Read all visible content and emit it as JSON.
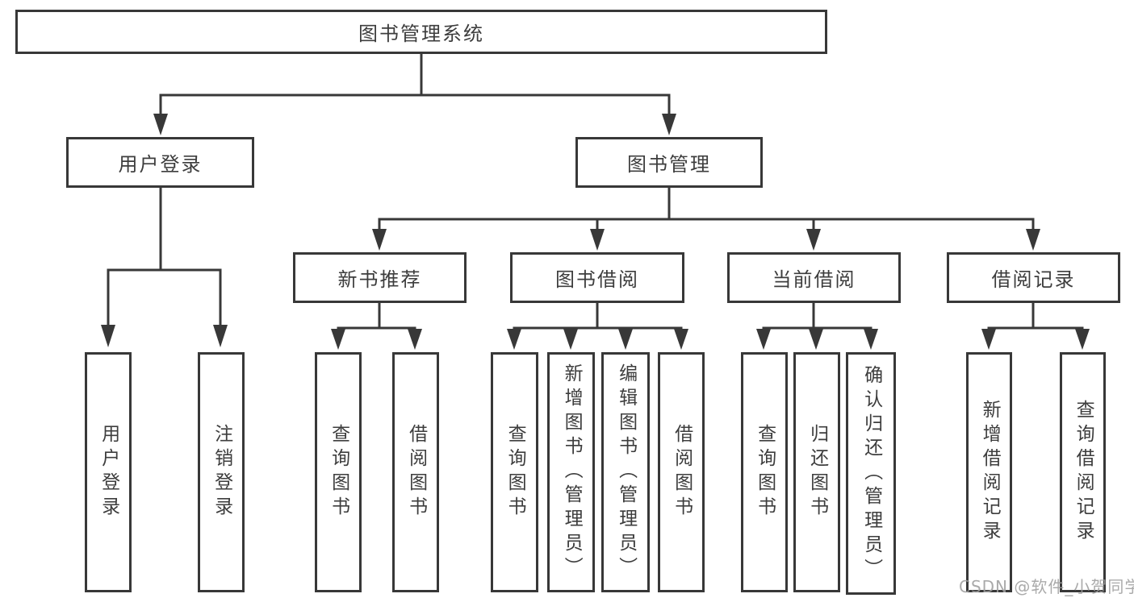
{
  "diagram": {
    "root": {
      "label": "图书管理系统",
      "children": [
        {
          "label": "用户登录",
          "children": [
            {
              "label": "用户登录"
            },
            {
              "label": "注销登录"
            }
          ]
        },
        {
          "label": "图书管理",
          "children": [
            {
              "label": "新书推荐",
              "children": [
                {
                  "label": "查询图书"
                },
                {
                  "label": "借阅图书"
                }
              ]
            },
            {
              "label": "图书借阅",
              "children": [
                {
                  "label": "查询图书"
                },
                {
                  "label": "新增图书（管理员）"
                },
                {
                  "label": "编辑图书（管理员）"
                },
                {
                  "label": "借阅图书"
                }
              ]
            },
            {
              "label": "当前借阅",
              "children": [
                {
                  "label": "查询图书"
                },
                {
                  "label": "归还图书"
                },
                {
                  "label": "确认归还（管理员）"
                }
              ]
            },
            {
              "label": "借阅记录",
              "children": [
                {
                  "label": "新增借阅记录"
                },
                {
                  "label": "查询借阅记录"
                }
              ]
            }
          ]
        }
      ]
    },
    "colors": {
      "line": "#383838",
      "text": "#3d3d3d",
      "background": "#ffffff",
      "watermark": "#9e9e9e"
    }
  },
  "watermark": {
    "text": "CSDN @软件_小贺同学"
  }
}
